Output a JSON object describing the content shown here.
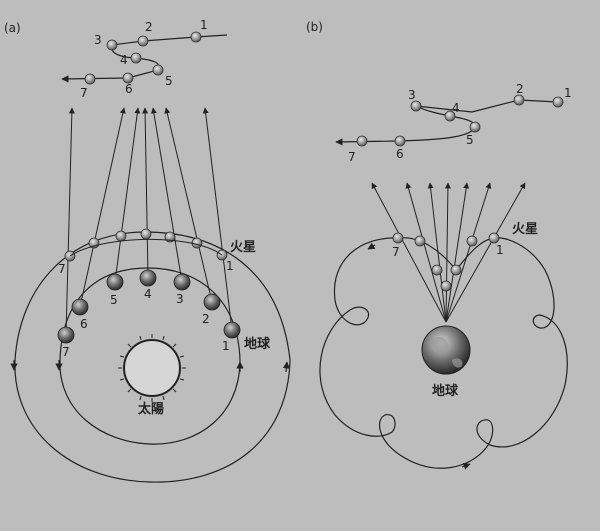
{
  "panel_a": {
    "label": "(a)",
    "mars_label": "火星",
    "earth_label": "地球",
    "sun_label": "太陽",
    "path_numbers": [
      "1",
      "2",
      "3",
      "4",
      "5",
      "6",
      "7"
    ],
    "mars_numbers": [
      "1",
      "7"
    ],
    "earth_numbers": [
      "1",
      "2",
      "3",
      "4",
      "5",
      "6",
      "7"
    ]
  },
  "panel_b": {
    "label": "(b)",
    "mars_label": "火星",
    "earth_label": "地球",
    "path_numbers": [
      "1",
      "2",
      "3",
      "4",
      "5",
      "6",
      "7"
    ],
    "mars_numbers": [
      "1",
      "7"
    ]
  }
}
